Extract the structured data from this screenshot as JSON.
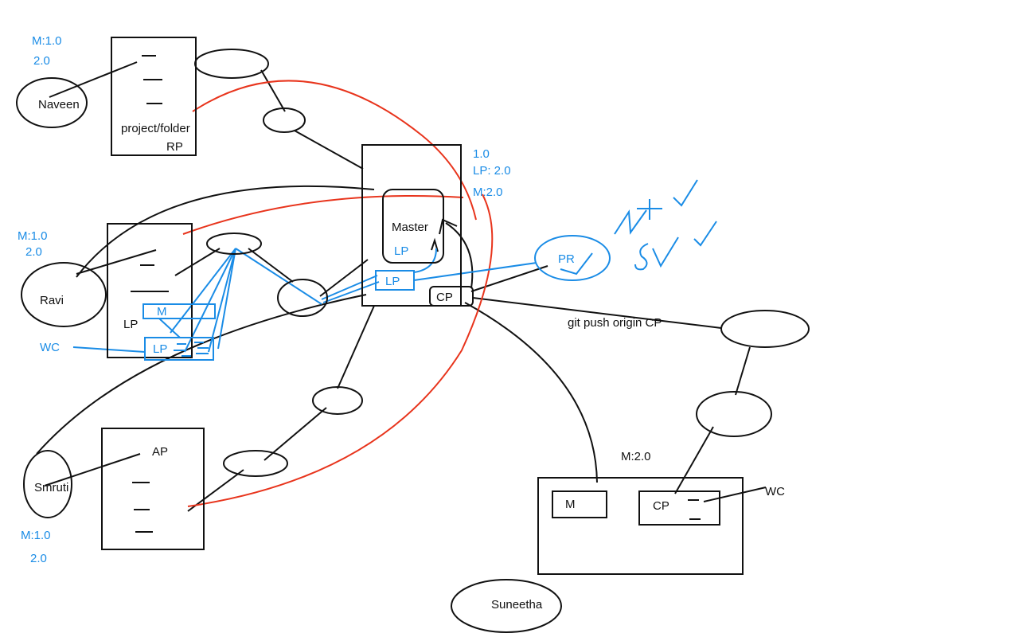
{
  "colors": {
    "ink": "#111111",
    "accent": "#1a8ce6",
    "link": "#e8341c"
  },
  "labels": {
    "naveen": "Naveen",
    "ravi": "Ravi",
    "smruti": "Smruti",
    "suneetha": "Suneetha",
    "project_folder": "project/folder",
    "rp": "RP",
    "lp_box": "LP",
    "ap": "AP",
    "master": "Master",
    "master_lp": "LP",
    "server_lp": "LP",
    "cp": "CP",
    "pr": "PR",
    "m_small": "M",
    "lp_small": "LP",
    "wc_left": "WC",
    "server_v1": "1.0",
    "server_lp_v": "LP: 2.0",
    "server_m_v": "M:2.0",
    "naveen_m": "M:1.0",
    "naveen_v2": "2.0",
    "ravi_m": "M:1.0",
    "ravi_v2": "2.0",
    "smruti_m": "M:1.0",
    "smruti_v2": "2.0",
    "git_push": "git push origin CP",
    "bottom_m_v": "M:2.0",
    "bottom_m": "M",
    "bottom_cp": "CP",
    "bottom_wc": "WC"
  }
}
